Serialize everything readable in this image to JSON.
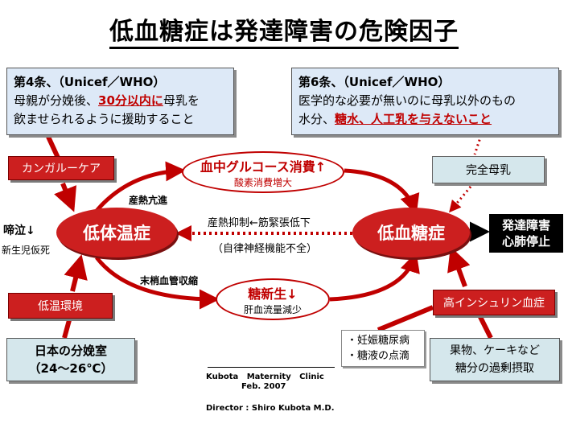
{
  "title": "低血糖症は発達障害の危険因子",
  "note_left": {
    "line1": "第4条、（Unicef／WHO）",
    "line2_pre": "母親が分娩後、",
    "line2_hl": "30分以内に",
    "line2_post": "母乳を",
    "line3": "飲ませられるように援助すること"
  },
  "note_right": {
    "line1": "第6条、（Unicef／WHO）",
    "line2": "医学的な必要が無いのに母乳以外のもの",
    "line3_pre": "水分、",
    "line3_hl": "糖水、人工乳を与えないこと"
  },
  "kangaroo_care": "カンガルーケア",
  "low_temp_env": "低温環境",
  "japan_delivery": {
    "line1": "日本の分娩室",
    "line2": "（24～26℃）"
  },
  "hypothermia": "低体温症",
  "hypoglycemia": "低血糖症",
  "crying": "啼泣↓",
  "neonatal_apparent_death": "新生児仮死",
  "glucose_consumption": {
    "main": "血中グルコース消費↑",
    "sub": "酸素消費増大"
  },
  "gluconeogenesis": {
    "main": "糖新生↓",
    "sub": "肝血流量減少"
  },
  "heat_production": "産熱亢進",
  "vasoconstriction": "末梢血管収縮",
  "center_line1": "産熱抑制←筋緊張低下",
  "center_line2": "（自律神経機能不全）",
  "outcome": {
    "line1": "発達障害",
    "line2": "心肺停止"
  },
  "exclusive_breastmilk": "完全母乳",
  "hyperinsulinism": "高インシュリン血症",
  "maternal_factors": [
    "・妊娠糖尿病",
    "・糖液の点滴"
  ],
  "sugar_excess": {
    "line1": "果物、ケーキなど",
    "line2": "糖分の過剰摂取"
  },
  "credit": {
    "line1": "Kubota   Maternity   Clinic",
    "line2": "Director : Shiro Kubota M.D.",
    "line3": "Feb. 2007"
  },
  "colors": {
    "red": "#cc1f1f",
    "dark_red": "#c00000",
    "note_bg": "#dde9f7",
    "teal_bg": "#d5e7ec"
  }
}
